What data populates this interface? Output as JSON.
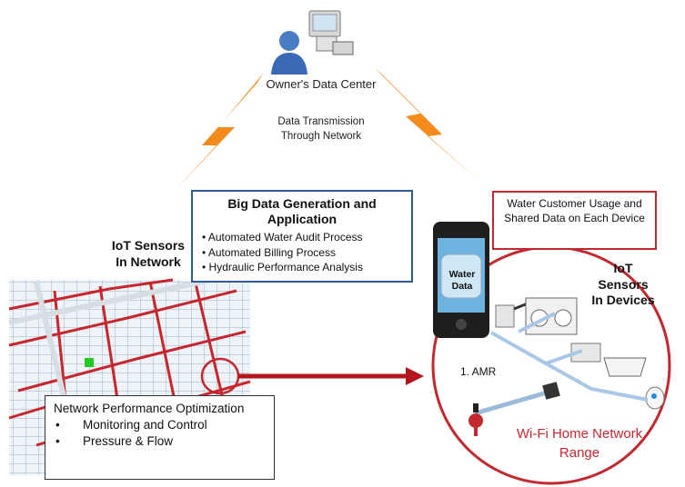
{
  "data_center": {
    "title": "Owner's Data Center",
    "subtitle": "Data Transmission Through Network"
  },
  "big_data": {
    "title": "Big Data Generation and Application",
    "items": [
      "Automated Water Audit Process",
      "Automated Billing Process",
      "Hydraulic Performance Analysis"
    ]
  },
  "iot_network_label": "IoT Sensors In Network",
  "iot_devices_label": "IoT Sensors In Devices",
  "customer_usage": "Water Customer Usage and Shared Data on Each Device",
  "phone_label": "Water Data",
  "amr_label": "1. AMR",
  "wifi_label": "Wi-Fi Home Network Range",
  "network_performance": {
    "title": "Network Performance Optimization",
    "items": [
      "Monitoring and Control",
      "Pressure & Flow"
    ]
  },
  "colors": {
    "accent_red": "#c3282f",
    "bolt_orange": "#f28a1c",
    "box_blue": "#2f5d8f"
  }
}
